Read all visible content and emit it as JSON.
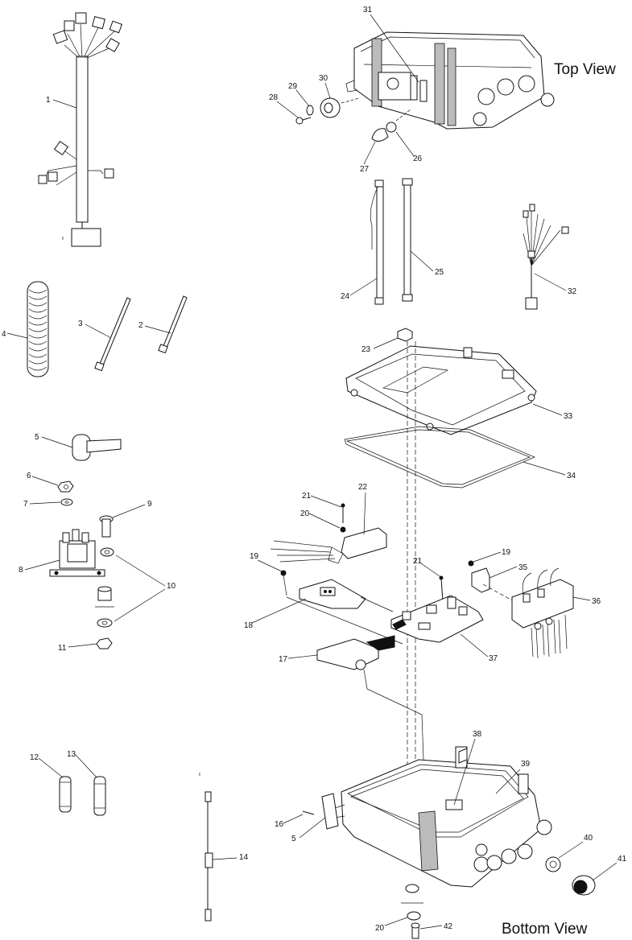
{
  "views": {
    "top": "Top View",
    "bottom": "Bottom View"
  },
  "callouts": {
    "c1": "1",
    "c2": "2",
    "c3": "3",
    "c4": "4",
    "c5": "5",
    "c6": "6",
    "c7": "7",
    "c8": "8",
    "c9": "9",
    "c10": "10",
    "c11": "11",
    "c12": "12",
    "c13": "13",
    "c14": "14",
    "c15": "5",
    "c16": "16",
    "c17": "17",
    "c18": "18",
    "c19a": "19",
    "c19b": "19",
    "c20a": "20",
    "c20b": "20",
    "c21a": "21",
    "c21b": "21",
    "c22": "22",
    "c23": "23",
    "c24": "24",
    "c25": "25",
    "c26": "26",
    "c27": "27",
    "c28": "28",
    "c29": "29",
    "c30": "30",
    "c31": "31",
    "c32": "32",
    "c33": "33",
    "c34": "34",
    "c35": "35",
    "c36": "36",
    "c37": "37",
    "c38": "38",
    "c39": "39",
    "c40": "40",
    "c41": "41",
    "c42": "42"
  }
}
